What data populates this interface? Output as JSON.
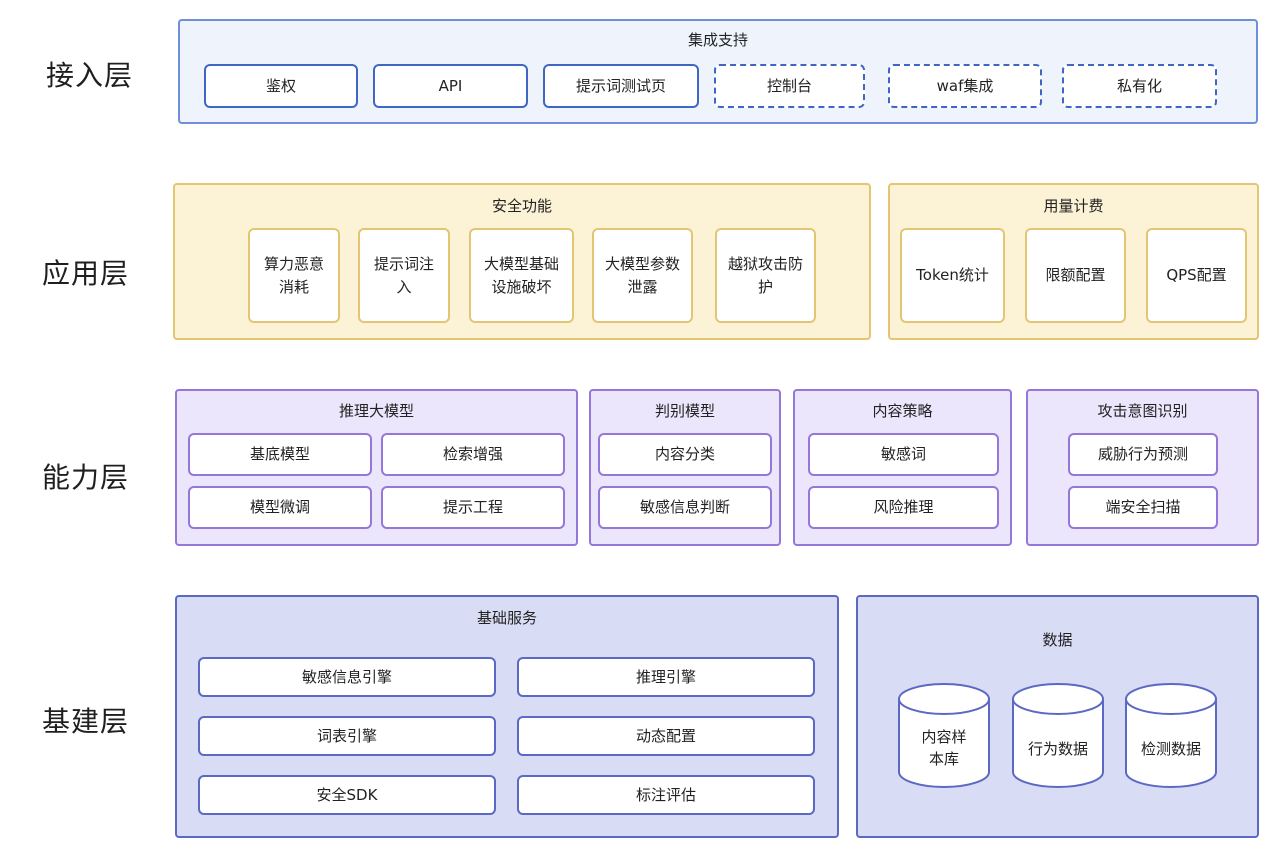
{
  "layers": {
    "access": "接入层",
    "app": "应用层",
    "capability": "能力层",
    "infra": "基建层"
  },
  "access": {
    "title": "集成支持",
    "items": [
      "鉴权",
      "API",
      "提示词测试页",
      "控制台",
      "waf集成",
      "私有化"
    ]
  },
  "app": {
    "security": {
      "title": "安全功能",
      "items": [
        "算力恶意消耗",
        "提示词注入",
        "大模型基础设施破坏",
        "大模型参数泄露",
        "越狱攻击防护"
      ]
    },
    "billing": {
      "title": "用量计费",
      "items": [
        "Token统计",
        "限额配置",
        "QPS配置"
      ]
    }
  },
  "capability": {
    "reasoning": {
      "title": "推理大模型",
      "items": [
        "基底模型",
        "检索增强",
        "模型微调",
        "提示工程"
      ]
    },
    "judge": {
      "title": "判别模型",
      "items": [
        "内容分类",
        "敏感信息判断"
      ]
    },
    "policy": {
      "title": "内容策略",
      "items": [
        "敏感词",
        "风险推理"
      ]
    },
    "intent": {
      "title": "攻击意图识别",
      "items": [
        "威胁行为预测",
        "端安全扫描"
      ]
    }
  },
  "infra": {
    "services": {
      "title": "基础服务",
      "items": [
        "敏感信息引擎",
        "推理引擎",
        "词表引擎",
        "动态配置",
        "安全SDK",
        "标注评估"
      ]
    },
    "data": {
      "title": "数据",
      "items": [
        "内容样本库",
        "行为数据",
        "检测数据"
      ]
    }
  }
}
